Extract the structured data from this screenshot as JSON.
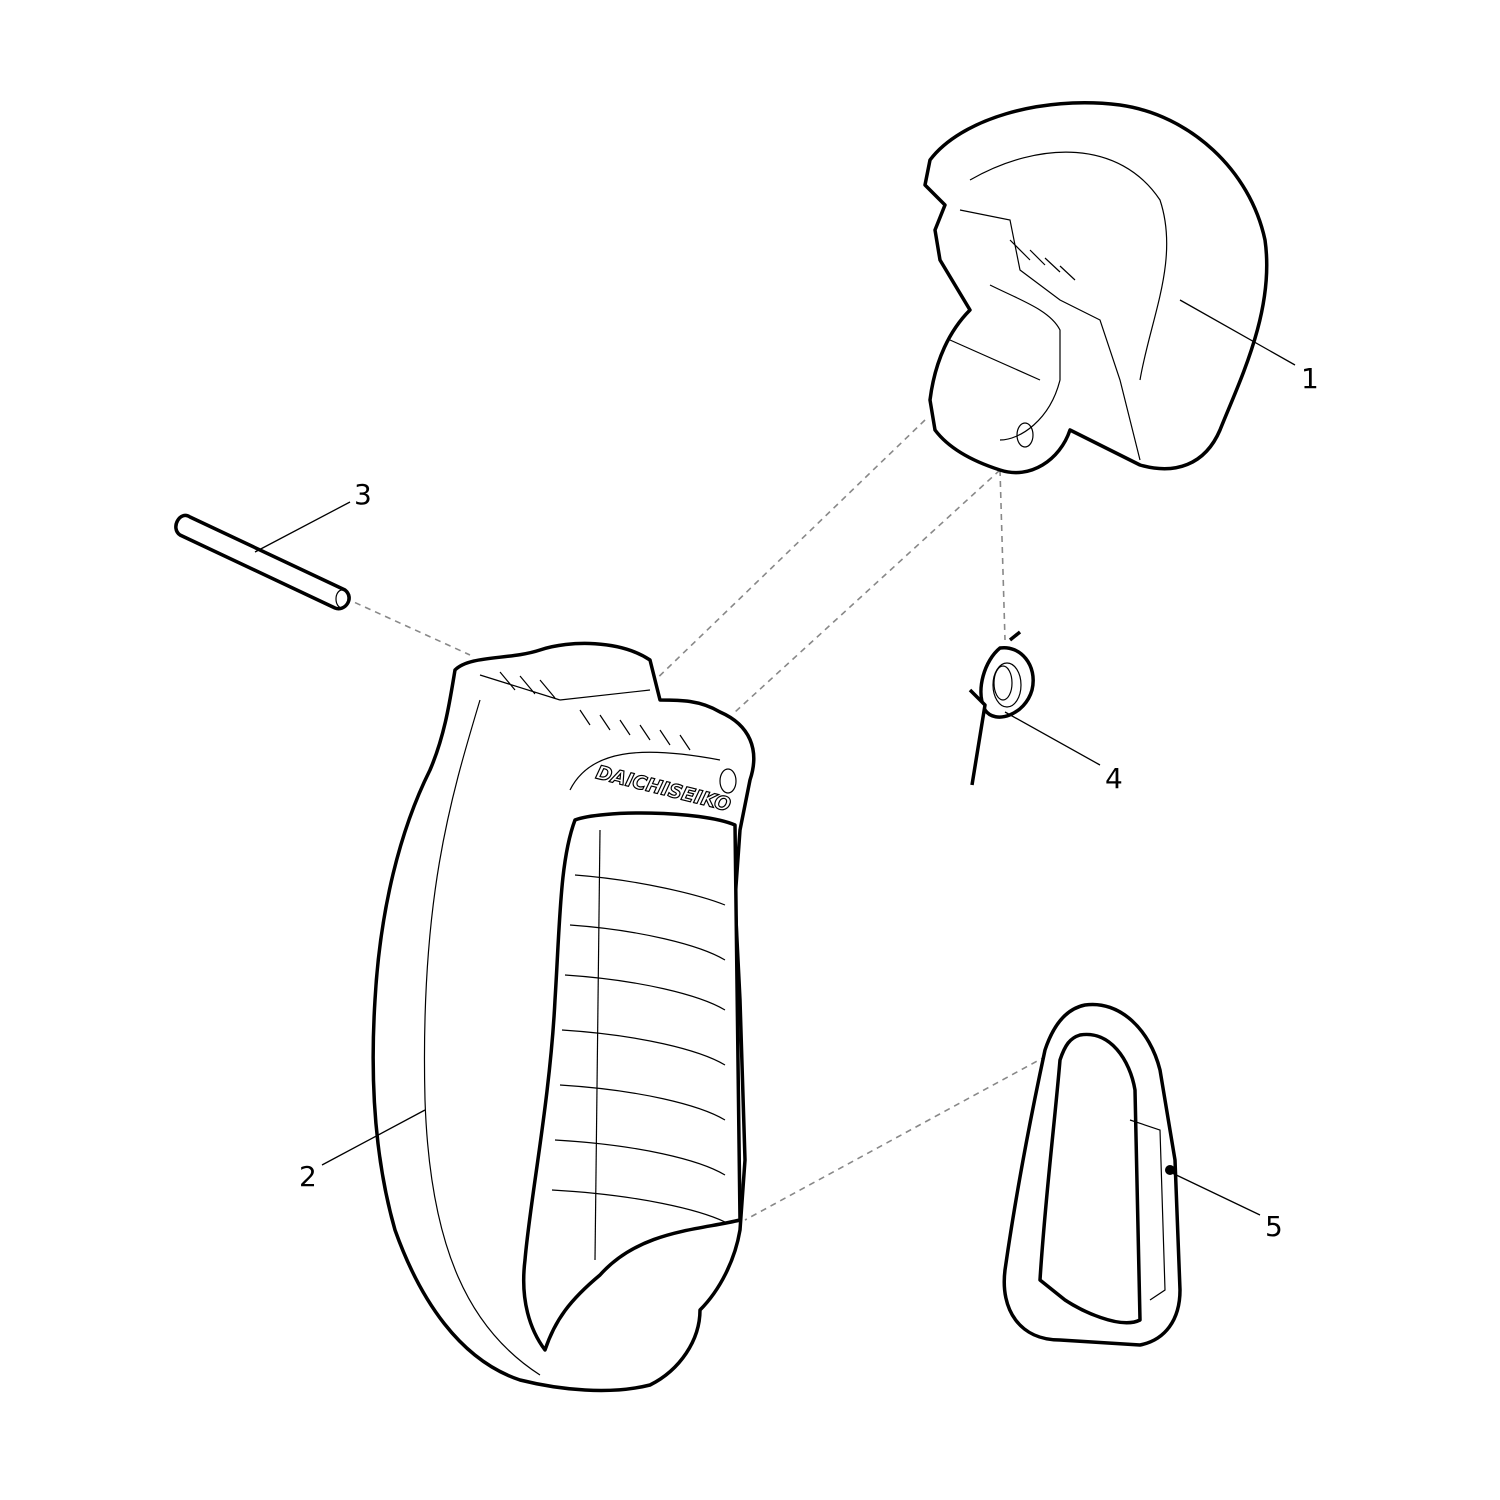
{
  "diagram": {
    "type": "exploded-parts-view",
    "callouts": [
      {
        "number": "1",
        "part": "hook-head"
      },
      {
        "number": "2",
        "part": "handle-grip"
      },
      {
        "number": "3",
        "part": "pin"
      },
      {
        "number": "4",
        "part": "torsion-spring"
      },
      {
        "number": "5",
        "part": "carabiner"
      }
    ],
    "logo_text": "DAICHISEIKO"
  }
}
